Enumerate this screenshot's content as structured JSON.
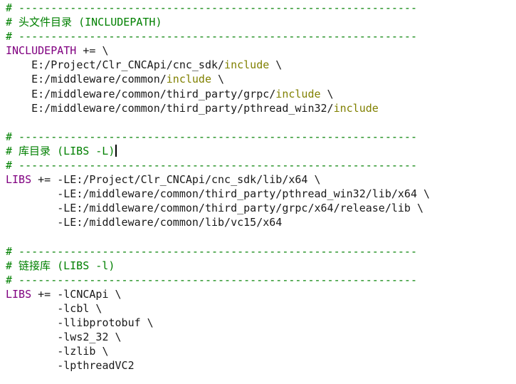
{
  "colors": {
    "comment": "#008000",
    "keyword": "#800080",
    "include": "#808000",
    "text": "#1a1a1a",
    "background": "#ffffff"
  },
  "lines": [
    {
      "tokens": [
        {
          "t": "# --------------------------------------------------------------",
          "c": "comment"
        }
      ]
    },
    {
      "tokens": [
        {
          "t": "# 头文件目录 (INCLUDEPATH)",
          "c": "comment"
        }
      ]
    },
    {
      "tokens": [
        {
          "t": "# --------------------------------------------------------------",
          "c": "comment"
        }
      ]
    },
    {
      "tokens": [
        {
          "t": "INCLUDEPATH",
          "c": "keyword"
        },
        {
          "t": " += \\",
          "c": "plain"
        }
      ]
    },
    {
      "tokens": [
        {
          "t": "    E:/Project/Clr_CNCApi/cnc_sdk/",
          "c": "path"
        },
        {
          "t": "include",
          "c": "inc"
        },
        {
          "t": " \\",
          "c": "plain"
        }
      ]
    },
    {
      "tokens": [
        {
          "t": "    E:/middleware/common/",
          "c": "path"
        },
        {
          "t": "include",
          "c": "inc"
        },
        {
          "t": " \\",
          "c": "plain"
        }
      ]
    },
    {
      "tokens": [
        {
          "t": "    E:/middleware/common/third_party/grpc/",
          "c": "path"
        },
        {
          "t": "include",
          "c": "inc"
        },
        {
          "t": " \\",
          "c": "plain"
        }
      ]
    },
    {
      "tokens": [
        {
          "t": "    E:/middleware/common/third_party/pthread_win32/",
          "c": "path"
        },
        {
          "t": "include",
          "c": "inc"
        }
      ]
    },
    {
      "tokens": []
    },
    {
      "tokens": [
        {
          "t": "# --------------------------------------------------------------",
          "c": "comment"
        }
      ]
    },
    {
      "tokens": [
        {
          "t": "# 库目录 (LIBS -L)",
          "c": "comment"
        }
      ],
      "caret": true
    },
    {
      "tokens": [
        {
          "t": "# --------------------------------------------------------------",
          "c": "comment"
        }
      ]
    },
    {
      "tokens": [
        {
          "t": "LIBS",
          "c": "keyword"
        },
        {
          "t": " += -LE:/Project/Clr_CNCApi/cnc_sdk/lib/x64 \\",
          "c": "plain"
        }
      ]
    },
    {
      "tokens": [
        {
          "t": "        -LE:/middleware/common/third_party/pthread_win32/lib/x64 \\",
          "c": "plain"
        }
      ]
    },
    {
      "tokens": [
        {
          "t": "        -LE:/middleware/common/third_party/grpc/x64/release/lib \\",
          "c": "plain"
        }
      ]
    },
    {
      "tokens": [
        {
          "t": "        -LE:/middleware/common/lib/vc15/x64",
          "c": "plain"
        }
      ]
    },
    {
      "tokens": []
    },
    {
      "tokens": [
        {
          "t": "# --------------------------------------------------------------",
          "c": "comment"
        }
      ]
    },
    {
      "tokens": [
        {
          "t": "# 链接库 (LIBS -l)",
          "c": "comment"
        }
      ]
    },
    {
      "tokens": [
        {
          "t": "# --------------------------------------------------------------",
          "c": "comment"
        }
      ]
    },
    {
      "tokens": [
        {
          "t": "LIBS",
          "c": "keyword"
        },
        {
          "t": " += -lCNCApi \\",
          "c": "plain"
        }
      ]
    },
    {
      "tokens": [
        {
          "t": "        -lcbl \\",
          "c": "plain"
        }
      ]
    },
    {
      "tokens": [
        {
          "t": "        -llibprotobuf \\",
          "c": "plain"
        }
      ]
    },
    {
      "tokens": [
        {
          "t": "        -lws2_32 \\",
          "c": "plain"
        }
      ]
    },
    {
      "tokens": [
        {
          "t": "        -lzlib \\",
          "c": "plain"
        }
      ]
    },
    {
      "tokens": [
        {
          "t": "        -lpthreadVC2",
          "c": "plain"
        }
      ]
    }
  ]
}
